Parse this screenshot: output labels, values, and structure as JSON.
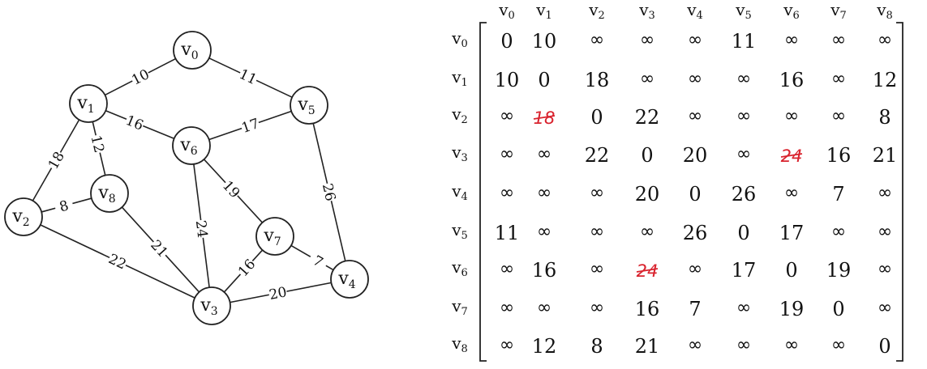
{
  "graph": {
    "nodes": [
      {
        "id": "v0",
        "label": "v",
        "sub": "0"
      },
      {
        "id": "v1",
        "label": "v",
        "sub": "1"
      },
      {
        "id": "v2",
        "label": "v",
        "sub": "2"
      },
      {
        "id": "v3",
        "label": "v",
        "sub": "3"
      },
      {
        "id": "v4",
        "label": "v",
        "sub": "4"
      },
      {
        "id": "v5",
        "label": "v",
        "sub": "5"
      },
      {
        "id": "v6",
        "label": "v",
        "sub": "6"
      },
      {
        "id": "v7",
        "label": "v",
        "sub": "7"
      },
      {
        "id": "v8",
        "label": "v",
        "sub": "8"
      }
    ],
    "edges": [
      {
        "from": "v0",
        "to": "v1",
        "weight": "10"
      },
      {
        "from": "v0",
        "to": "v5",
        "weight": "11"
      },
      {
        "from": "v1",
        "to": "v6",
        "weight": "16"
      },
      {
        "from": "v1",
        "to": "v8",
        "weight": "12"
      },
      {
        "from": "v1",
        "to": "v2",
        "weight": "18"
      },
      {
        "from": "v6",
        "to": "v5",
        "weight": "17"
      },
      {
        "from": "v6",
        "to": "v7",
        "weight": "19"
      },
      {
        "from": "v6",
        "to": "v3",
        "weight": "24"
      },
      {
        "from": "v5",
        "to": "v4",
        "weight": "26"
      },
      {
        "from": "v2",
        "to": "v8",
        "weight": "8"
      },
      {
        "from": "v2",
        "to": "v3",
        "weight": "22"
      },
      {
        "from": "v8",
        "to": "v3",
        "weight": "21"
      },
      {
        "from": "v7",
        "to": "v4",
        "weight": "7"
      },
      {
        "from": "v7",
        "to": "v3",
        "weight": "16"
      },
      {
        "from": "v3",
        "to": "v4",
        "weight": "20"
      }
    ]
  },
  "matrix": {
    "headers": [
      "v0",
      "v1",
      "v2",
      "v3",
      "v4",
      "v5",
      "v6",
      "v7",
      "v8"
    ],
    "rows": [
      [
        "0",
        "10",
        "∞",
        "∞",
        "∞",
        "11",
        "∞",
        "∞",
        "∞"
      ],
      [
        "10",
        "0",
        "18",
        "∞",
        "∞",
        "∞",
        "16",
        "∞",
        "12"
      ],
      [
        "∞",
        "∞",
        "0",
        "22",
        "∞",
        "∞",
        "∞",
        "∞",
        "8"
      ],
      [
        "∞",
        "∞",
        "22",
        "0",
        "20",
        "∞",
        "∞",
        "16",
        "21"
      ],
      [
        "∞",
        "∞",
        "∞",
        "20",
        "0",
        "26",
        "∞",
        "7",
        "∞"
      ],
      [
        "11",
        "∞",
        "∞",
        "∞",
        "26",
        "0",
        "17",
        "∞",
        "∞"
      ],
      [
        "∞",
        "16",
        "∞",
        "∞",
        "∞",
        "17",
        "0",
        "19",
        "∞"
      ],
      [
        "∞",
        "∞",
        "∞",
        "16",
        "7",
        "∞",
        "19",
        "0",
        "∞"
      ],
      [
        "∞",
        "12",
        "8",
        "21",
        "∞",
        "∞",
        "∞",
        "∞",
        "0"
      ]
    ],
    "annotations": [
      {
        "row": 2,
        "col": 1,
        "text": "18",
        "color": "#d9232e"
      },
      {
        "row": 3,
        "col": 6,
        "text": "24",
        "color": "#d9232e"
      },
      {
        "row": 6,
        "col": 3,
        "text": "24",
        "color": "#d9232e"
      }
    ]
  }
}
